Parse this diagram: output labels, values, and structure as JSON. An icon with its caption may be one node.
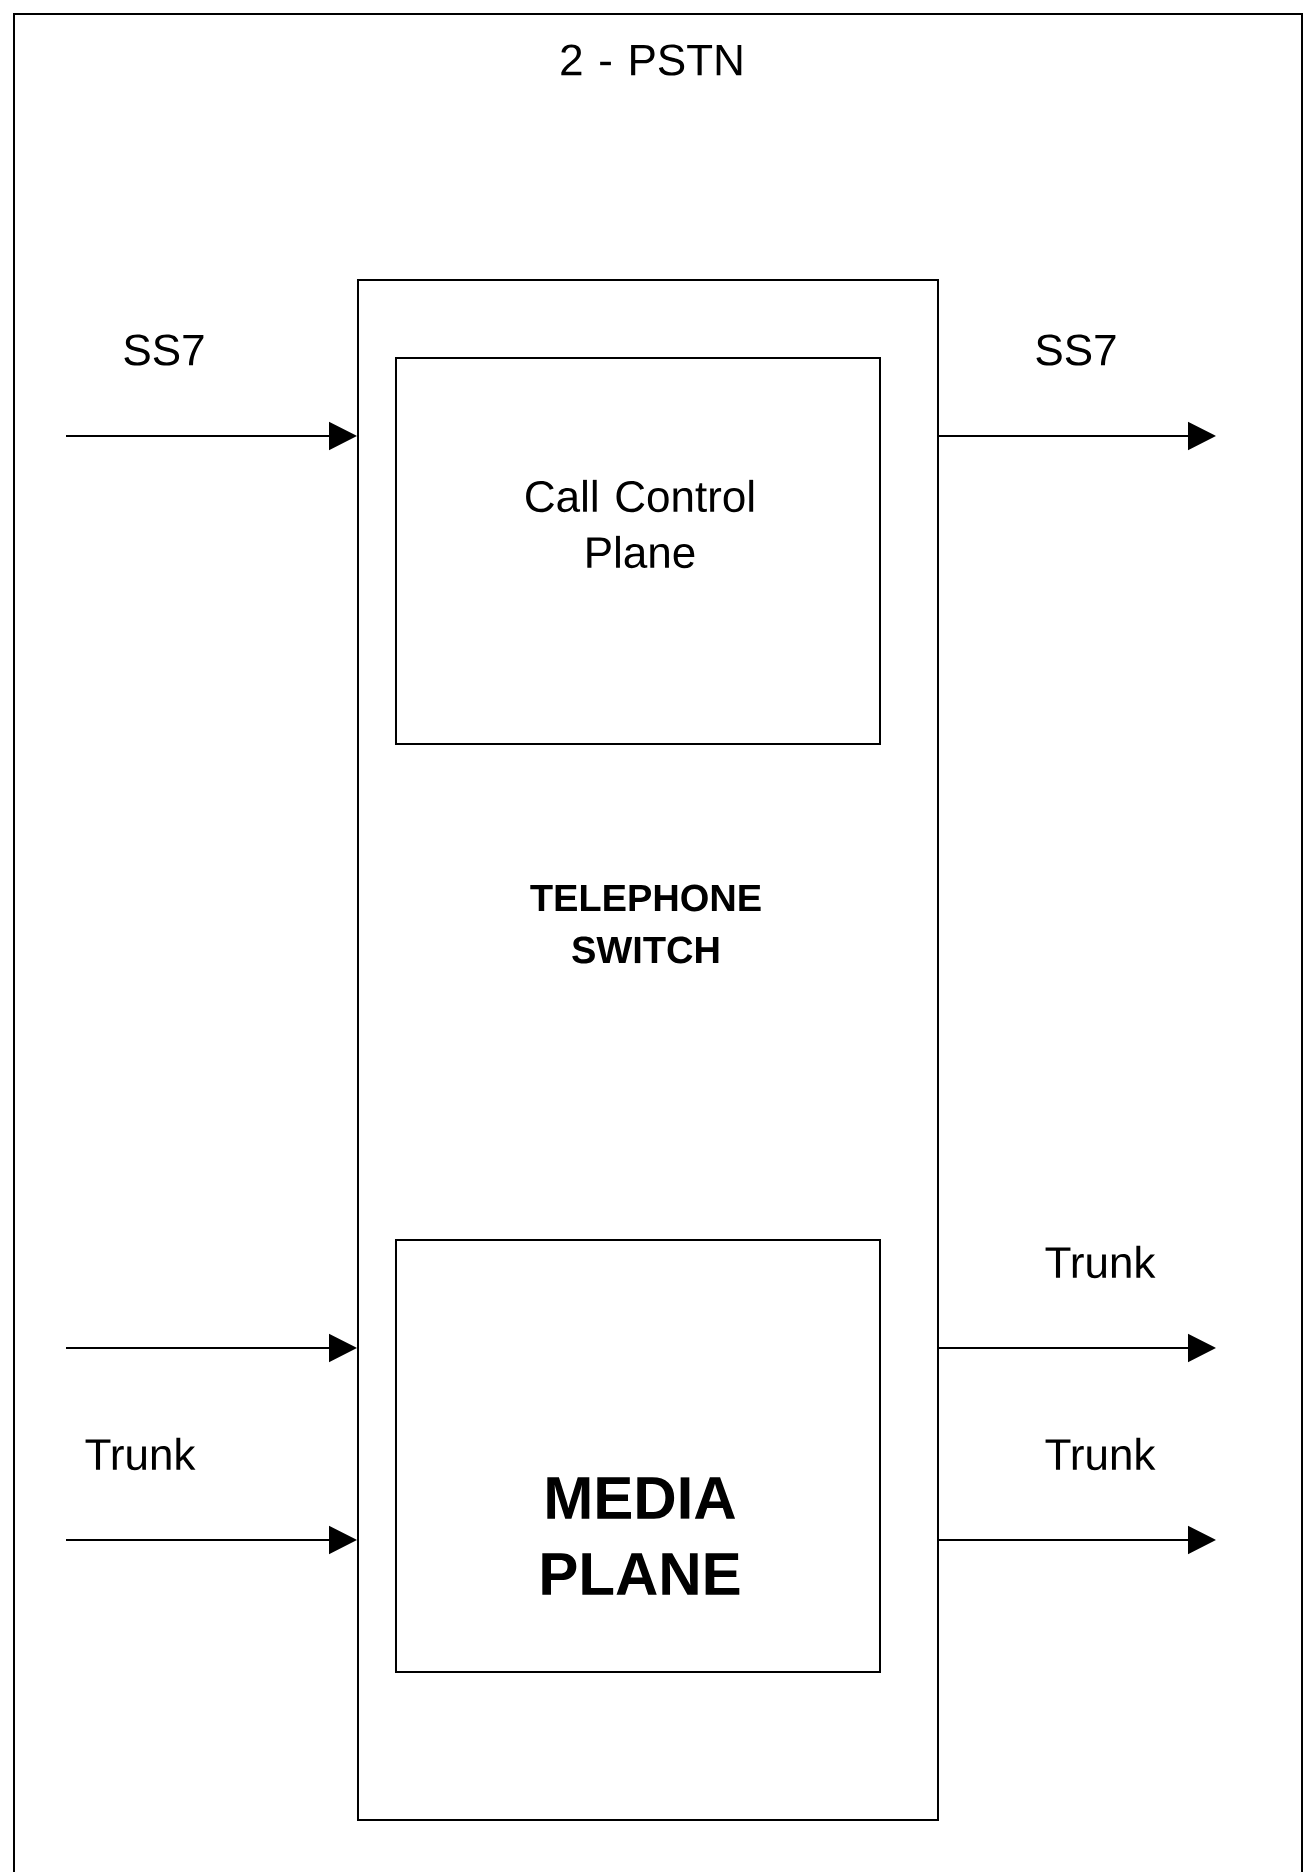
{
  "diagram": {
    "nodes": [
      {
        "text": [
          "2 - PSTN"
        ]
      },
      {
        "text": [
          "TELEPHONE SWITCH"
        ],
        "in": 0
      },
      {
        "text": [
          "Call Control Plane"
        ],
        "in": 1
      },
      {
        "text": [
          "MEDIA PLANE"
        ],
        "in": 1
      }
    ],
    "edges": [
      {
        "from": null,
        "to": 1,
        "arrow": "to",
        "label": "SS7"
      },
      {
        "from": 1,
        "to": null,
        "arrow": "to",
        "label": "SS7"
      },
      {
        "from": null,
        "to": 1,
        "arrow": "to"
      },
      {
        "from": null,
        "to": 1,
        "arrow": "to",
        "label": "Trunk"
      },
      {
        "from": 1,
        "to": null,
        "arrow": "to",
        "label": "Trunk"
      },
      {
        "from": 1,
        "to": null,
        "arrow": "to",
        "label": "Trunk"
      }
    ]
  }
}
